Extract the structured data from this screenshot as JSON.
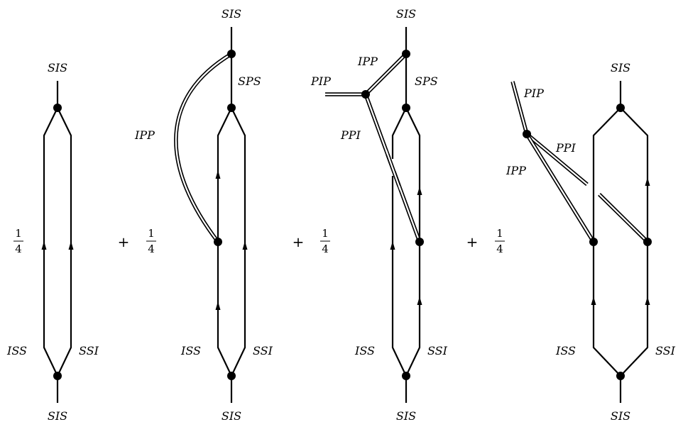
{
  "coefficients": {
    "c1": {
      "num": "1",
      "den": "4"
    },
    "c2": {
      "num": "1",
      "den": "4"
    },
    "c3": {
      "num": "1",
      "den": "4"
    },
    "c4": {
      "num": "1",
      "den": "4"
    }
  },
  "operators": {
    "op1": "+",
    "op2": "+",
    "op3": "+"
  },
  "diagram1": {
    "top": "SIS",
    "left": "ISS",
    "right": "SSI",
    "bottom": "SIS"
  },
  "diagram2": {
    "top": "SIS",
    "upper": "SPS",
    "side": "IPP",
    "left": "ISS",
    "right": "SSI",
    "bottom": "SIS"
  },
  "diagram3": {
    "top": "SIS",
    "upper_left": "IPP",
    "upper": "SPS",
    "external": "PIP",
    "diagonal": "PPI",
    "left": "ISS",
    "right": "SSI",
    "bottom": "SIS"
  },
  "diagram4": {
    "top": "SIS",
    "external": "PIP",
    "diag_right": "PPI",
    "diag_left": "IPP",
    "left": "ISS",
    "right": "SSI",
    "bottom": "SIS"
  }
}
